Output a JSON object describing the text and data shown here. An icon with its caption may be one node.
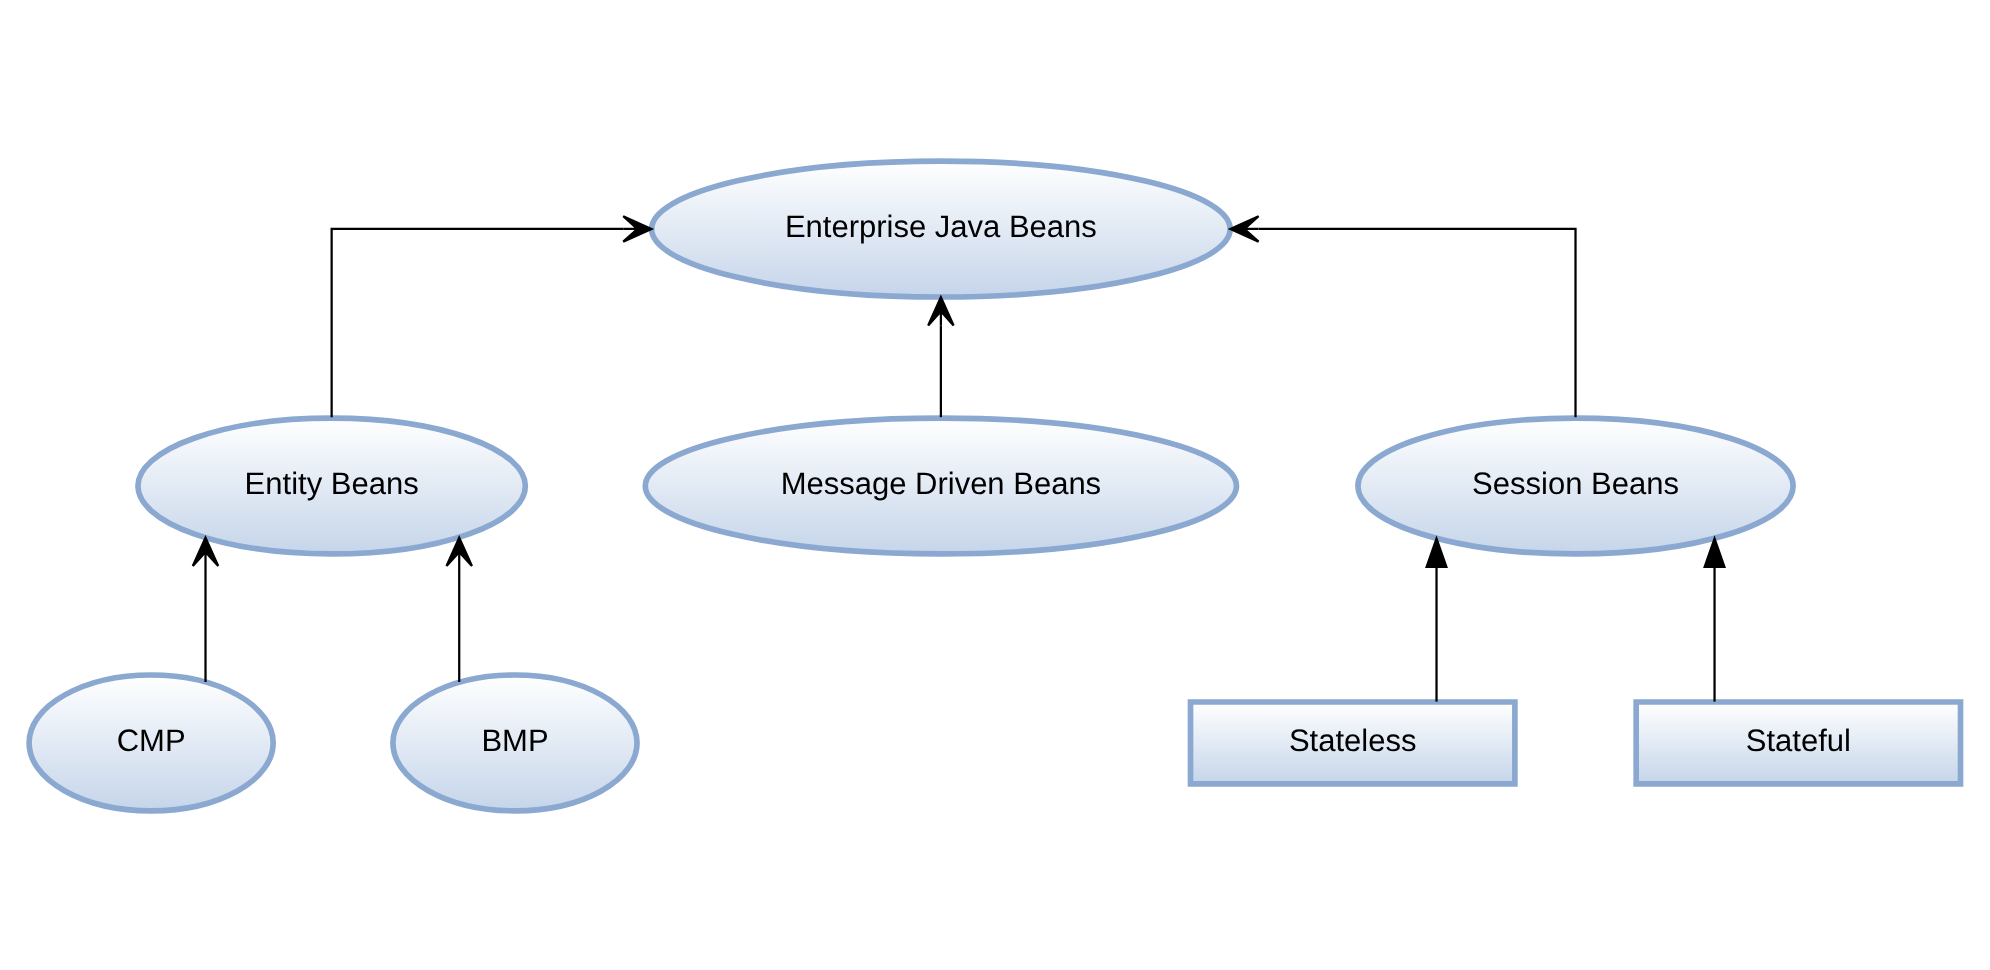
{
  "diagram": {
    "nodes": [
      {
        "text": [
          "Enterprise Java Beans"
        ]
      },
      {
        "text": [
          "Entity Beans"
        ]
      },
      {
        "text": [
          "Message Driven Beans"
        ]
      },
      {
        "text": [
          "Session Beans"
        ]
      },
      {
        "text": [
          "CMP"
        ]
      },
      {
        "text": [
          "BMP"
        ]
      },
      {
        "text": [
          "Stateless"
        ]
      },
      {
        "text": [
          "Stateful"
        ]
      }
    ],
    "edges": [
      {
        "from": 1,
        "to": 0,
        "arrow": "to"
      },
      {
        "from": 2,
        "to": 0,
        "arrow": "to"
      },
      {
        "from": 3,
        "to": 0,
        "arrow": "to"
      },
      {
        "from": 4,
        "to": 1,
        "arrow": "to"
      },
      {
        "from": 5,
        "to": 1,
        "arrow": "to"
      },
      {
        "from": 6,
        "to": 3,
        "arrow": "to"
      },
      {
        "from": 7,
        "to": 3,
        "arrow": "to"
      }
    ]
  }
}
